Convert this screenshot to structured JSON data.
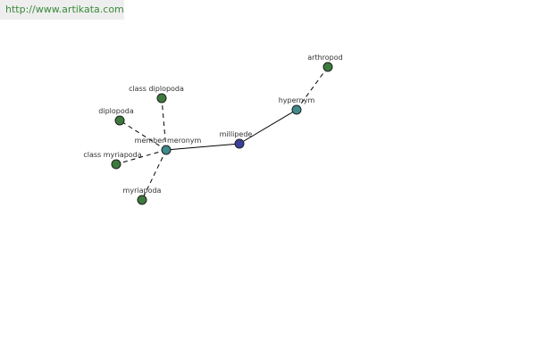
{
  "header": {
    "url": "http://www.artikata.com"
  },
  "graph": {
    "nodes": {
      "millipede": {
        "label": "millipede",
        "kind": "focus",
        "color": "#3b3f9a"
      },
      "member_meronym": {
        "label": "member meronym",
        "kind": "relation",
        "color": "#3f8a8c"
      },
      "hypernym": {
        "label": "hypernym",
        "kind": "relation",
        "color": "#3f8a8c"
      },
      "arthropod": {
        "label": "arthropod",
        "kind": "term",
        "color": "#3d7a3d"
      },
      "class_diplopoda": {
        "label": "class diplopoda",
        "kind": "term",
        "color": "#3d7a3d"
      },
      "diplopoda": {
        "label": "diplopoda",
        "kind": "term",
        "color": "#3d7a3d"
      },
      "class_myriapoda": {
        "label": "class myriapoda",
        "kind": "term",
        "color": "#3d7a3d"
      },
      "myriapoda": {
        "label": "myriapoda",
        "kind": "term",
        "color": "#3d7a3d"
      }
    },
    "edges": [
      {
        "from": "millipede",
        "to": "member_meronym",
        "style": "solid"
      },
      {
        "from": "millipede",
        "to": "hypernym",
        "style": "solid"
      },
      {
        "from": "hypernym",
        "to": "arthropod",
        "style": "dashed"
      },
      {
        "from": "member_meronym",
        "to": "class_diplopoda",
        "style": "dashed"
      },
      {
        "from": "member_meronym",
        "to": "diplopoda",
        "style": "dashed"
      },
      {
        "from": "member_meronym",
        "to": "class_myriapoda",
        "style": "dashed"
      },
      {
        "from": "member_meronym",
        "to": "myriapoda",
        "style": "dashed"
      }
    ]
  }
}
